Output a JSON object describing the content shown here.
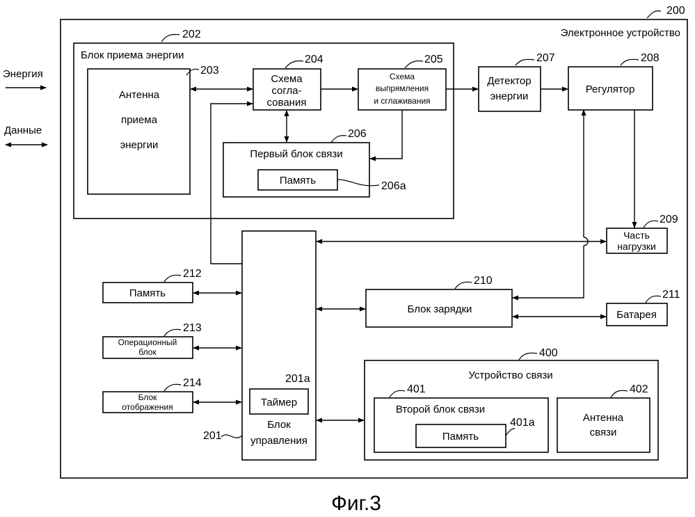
{
  "refs": {
    "r200": "200",
    "r202": "202",
    "r203": "203",
    "r204": "204",
    "r205": "205",
    "r206": "206",
    "r206a": "206a",
    "r207": "207",
    "r208": "208",
    "r209": "209",
    "r210": "210",
    "r211": "211",
    "r212": "212",
    "r213": "213",
    "r214": "214",
    "r201": "201",
    "r201a": "201a",
    "r400": "400",
    "r401": "401",
    "r401a": "401a",
    "r402": "402"
  },
  "labels": {
    "device": "Электронное устройство",
    "power_block": "Блок приема энергии",
    "antenna": [
      "Антенна",
      "приема",
      "энергии"
    ],
    "matching": [
      "Схема",
      "согла-",
      "сования"
    ],
    "rectifier": [
      "Схема",
      "выпрямления",
      "и сглаживания"
    ],
    "comm1": "Первый блок связи",
    "memory": "Память",
    "detector": [
      "Детектор",
      "энергии"
    ],
    "regulator": "Регулятор",
    "load": [
      "Часть",
      "нагрузки"
    ],
    "charger": "Блок зарядки",
    "battery": "Батарея",
    "memory2": "Память",
    "operation": [
      "Операционный",
      "блок"
    ],
    "display": [
      "Блок",
      "отображения"
    ],
    "timer": "Таймер",
    "control": [
      "Блок",
      "управления"
    ],
    "comm_device": "Устройство связи",
    "comm2": "Второй блок связи",
    "memory3": "Память",
    "comm_antenna": [
      "Антенна",
      "связи"
    ],
    "energy": "Энергия",
    "data": "Данные",
    "figure": "Фиг.3"
  }
}
